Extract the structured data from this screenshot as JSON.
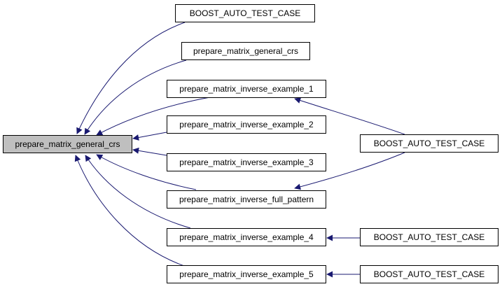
{
  "graph": {
    "root": {
      "label": "prepare_matrix_general_crs"
    },
    "level1": [
      {
        "label": "BOOST_AUTO_TEST_CASE"
      },
      {
        "label": "prepare_matrix_general_crs"
      },
      {
        "label": "prepare_matrix_inverse_example_1"
      },
      {
        "label": "prepare_matrix_inverse_example_2"
      },
      {
        "label": "prepare_matrix_inverse_example_3"
      },
      {
        "label": "prepare_matrix_inverse_full_pattern"
      },
      {
        "label": "prepare_matrix_inverse_example_4"
      },
      {
        "label": "prepare_matrix_inverse_example_5"
      }
    ],
    "level2": [
      {
        "label": "BOOST_AUTO_TEST_CASE"
      },
      {
        "label": "BOOST_AUTO_TEST_CASE"
      },
      {
        "label": "BOOST_AUTO_TEST_CASE"
      }
    ]
  },
  "colors": {
    "edge": "#191970",
    "root_fill": "#bfbfbf",
    "node_fill": "#ffffff",
    "node_border": "#000000"
  }
}
